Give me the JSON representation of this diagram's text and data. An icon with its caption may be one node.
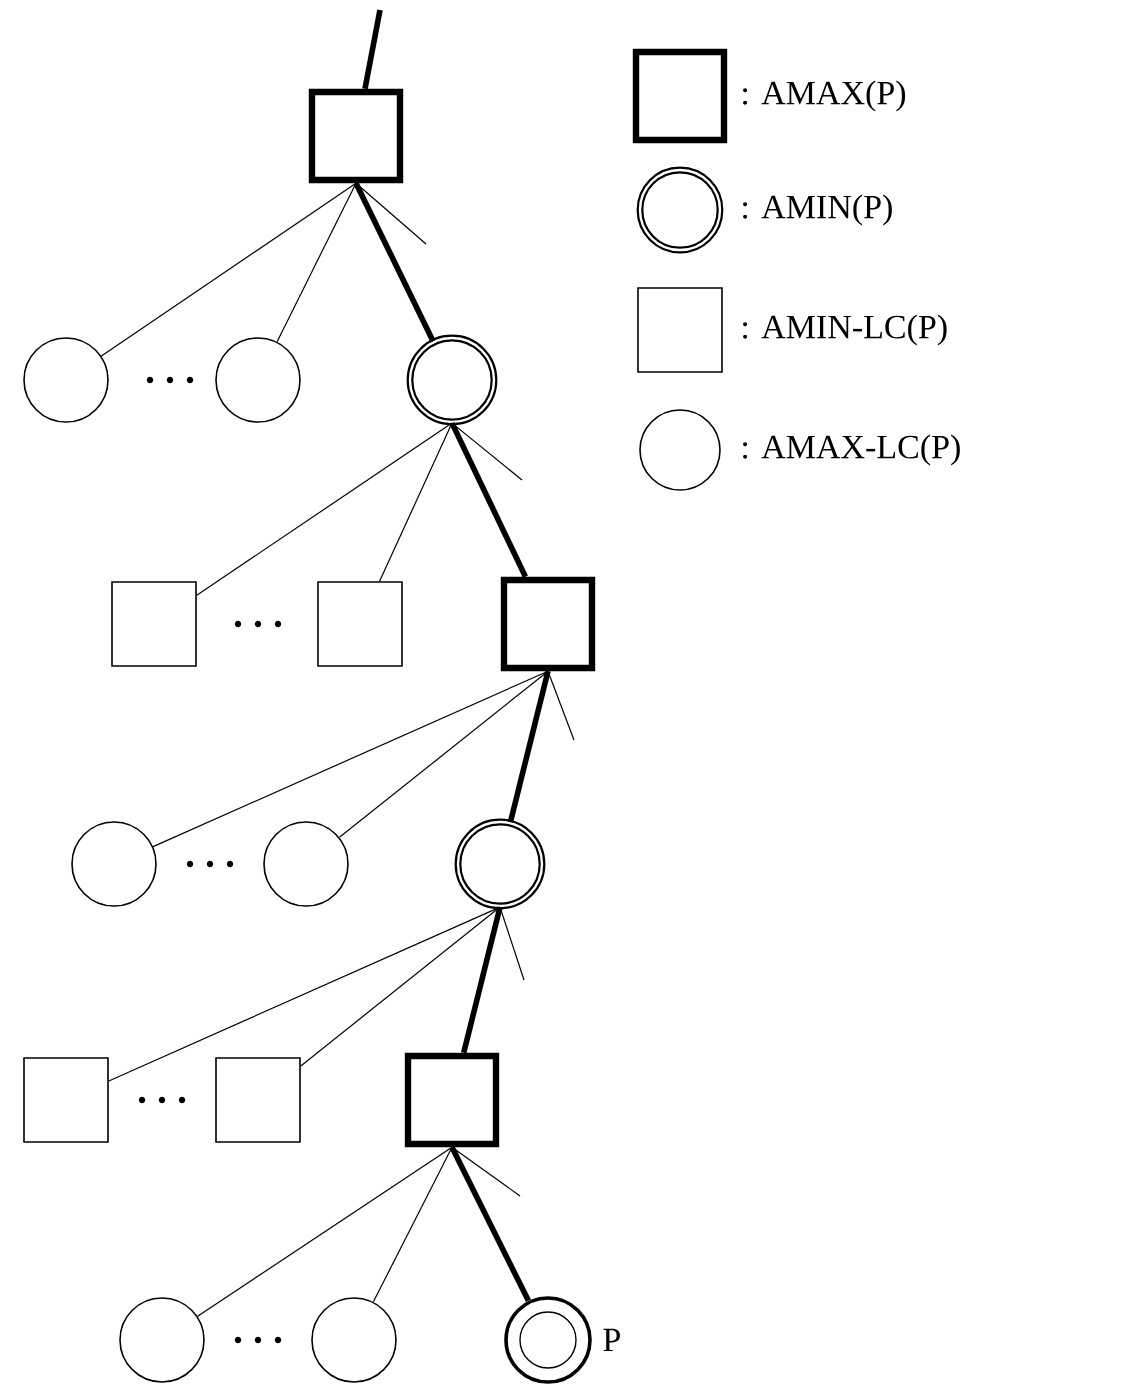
{
  "diagram": {
    "nodes": [
      {
        "text": [],
        "shape": "box"
      },
      {
        "text": [],
        "shape": "circle"
      },
      {
        "text": [],
        "shape": "circle"
      },
      {
        "text": [],
        "shape": "circle"
      },
      {
        "text": [],
        "shape": "box"
      },
      {
        "text": [],
        "shape": "box"
      },
      {
        "text": [],
        "shape": "box"
      },
      {
        "text": [],
        "shape": "circle"
      },
      {
        "text": [],
        "shape": "circle"
      },
      {
        "text": [],
        "shape": "circle"
      },
      {
        "text": [],
        "shape": "box"
      },
      {
        "text": [],
        "shape": "box"
      },
      {
        "text": [],
        "shape": "box"
      },
      {
        "text": [],
        "shape": "circle"
      },
      {
        "text": [],
        "shape": "circle"
      },
      {
        "text": [],
        "shape": "circle",
        "beside": [
          "P"
        ]
      }
    ],
    "edges": [
      {
        "from": null,
        "to": 0,
        "arrow": "none",
        "style": "thick"
      },
      {
        "from": 0,
        "to": 1,
        "arrow": "none"
      },
      {
        "from": 0,
        "to": 2,
        "arrow": "none"
      },
      {
        "from": 0,
        "to": 3,
        "arrow": "none",
        "style": "thick"
      },
      {
        "from": 0,
        "to": null,
        "arrow": "none"
      },
      {
        "from": 3,
        "to": 4,
        "arrow": "none"
      },
      {
        "from": 3,
        "to": 5,
        "arrow": "none"
      },
      {
        "from": 3,
        "to": 6,
        "arrow": "none",
        "style": "thick"
      },
      {
        "from": 3,
        "to": null,
        "arrow": "none"
      },
      {
        "from": 6,
        "to": 7,
        "arrow": "none"
      },
      {
        "from": 6,
        "to": 8,
        "arrow": "none"
      },
      {
        "from": 6,
        "to": 9,
        "arrow": "none",
        "style": "thick"
      },
      {
        "from": 6,
        "to": null,
        "arrow": "none"
      },
      {
        "from": 9,
        "to": 10,
        "arrow": "none"
      },
      {
        "from": 9,
        "to": 11,
        "arrow": "none"
      },
      {
        "from": 9,
        "to": 12,
        "arrow": "none",
        "style": "thick"
      },
      {
        "from": 9,
        "to": null,
        "arrow": "none"
      },
      {
        "from": 12,
        "to": 13,
        "arrow": "none"
      },
      {
        "from": 12,
        "to": 14,
        "arrow": "none"
      },
      {
        "from": 12,
        "to": 15,
        "arrow": "none",
        "style": "thick"
      },
      {
        "from": 12,
        "to": null,
        "arrow": "none"
      }
    ],
    "legend": [
      {
        "text": ": AMAX(P)"
      },
      {
        "text": ": AMIN(P)"
      },
      {
        "text": ": AMIN-LC(P)"
      },
      {
        "text": ": AMAX-LC(P)"
      }
    ]
  }
}
